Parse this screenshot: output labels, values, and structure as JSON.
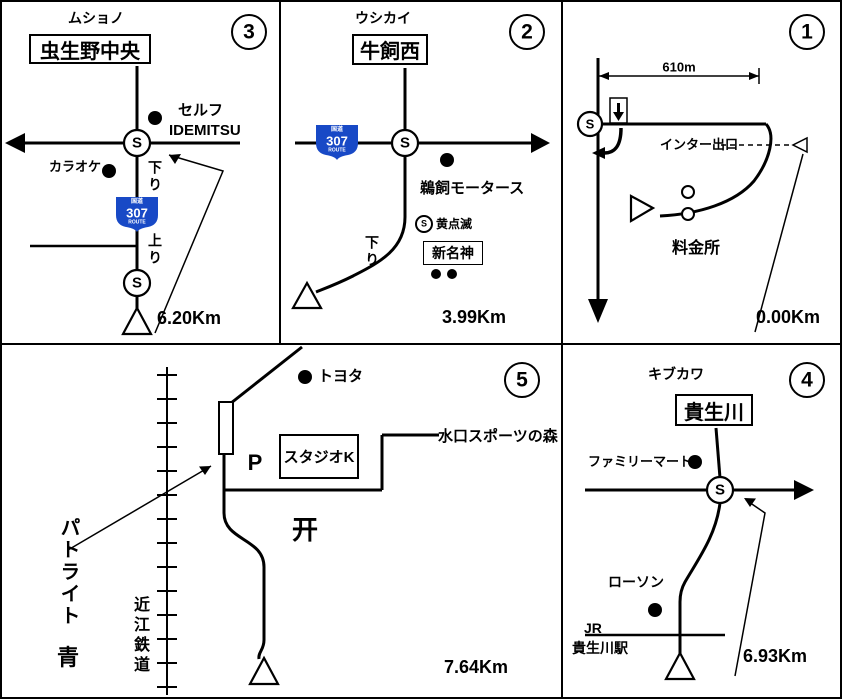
{
  "colors": {
    "route_shield_blue": "#1849c6",
    "ink": "#000000",
    "paper": "#ffffff"
  },
  "route_sign": {
    "top": "国道",
    "number": "307",
    "bottom": "ROUTE"
  },
  "signal_letter": "S",
  "panel1": {
    "number": "1",
    "dimension_label": "610m",
    "exit_label": "インター出口",
    "toll_gate_label": "料金所",
    "distance": "0.00Km"
  },
  "panel2": {
    "number": "2",
    "area_label": "ウシカイ",
    "intersection_name": "牛飼西",
    "shop_label": "鵜飼モータース",
    "flashing_signal_label": "黄点滅",
    "expressway_label": "新名神",
    "down_label": "下り",
    "distance": "3.99Km"
  },
  "panel3": {
    "number": "3",
    "area_label": "ムショノ",
    "intersection_name": "虫生野中央",
    "gas_label_1": "セルフ",
    "gas_label_2": "IDEMITSU",
    "karaoke_label": "カラオケ",
    "down_label": "下り",
    "up_label": "上り",
    "distance": "6.20Km"
  },
  "panel4": {
    "number": "4",
    "area_label": "キブカワ",
    "intersection_name": "貴生川",
    "familymart_label": "ファミリーマート",
    "lawson_label": "ローソン",
    "jr_label": "JR",
    "station_label": "貴生川駅",
    "distance": "6.93Km"
  },
  "panel5": {
    "number": "5",
    "toyota_label": "トヨタ",
    "parking_label": "P",
    "studio_label": "スタジオK",
    "sports_label": "水口スポーツの森",
    "gate_symbol": "开",
    "patlite_label": "パトライト",
    "blue_label": "青",
    "railway_label": "近江鉄道",
    "distance": "7.64Km"
  }
}
